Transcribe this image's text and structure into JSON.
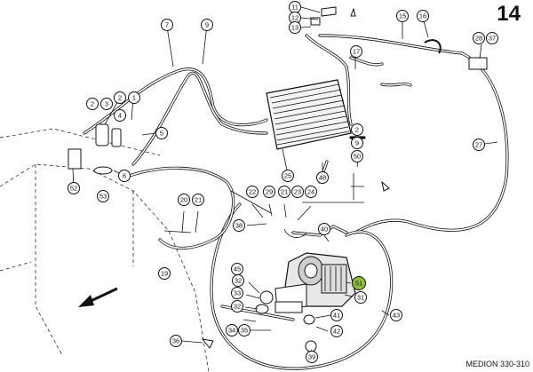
{
  "page_number": "14",
  "caption": "MEDION 330-310",
  "highlight_color": "#8fbf3a",
  "callouts": [
    {
      "label": "11"
    },
    {
      "label": "12"
    },
    {
      "label": "13"
    },
    {
      "label": "15"
    },
    {
      "label": "16"
    },
    {
      "label": "28"
    },
    {
      "label": "37"
    },
    {
      "label": "7"
    },
    {
      "label": "9"
    },
    {
      "label": "17"
    },
    {
      "label": "2"
    },
    {
      "label": "1"
    },
    {
      "label": "2"
    },
    {
      "label": "3"
    },
    {
      "label": "4"
    },
    {
      "label": "5"
    },
    {
      "label": "6"
    },
    {
      "label": "52"
    },
    {
      "label": "53"
    },
    {
      "label": "25"
    },
    {
      "label": "2"
    },
    {
      "label": "9"
    },
    {
      "label": "50"
    },
    {
      "label": "48"
    },
    {
      "label": "27"
    },
    {
      "label": "22"
    },
    {
      "label": "29"
    },
    {
      "label": "21"
    },
    {
      "label": "23"
    },
    {
      "label": "24"
    },
    {
      "label": "20"
    },
    {
      "label": "21"
    },
    {
      "label": "38"
    },
    {
      "label": "19"
    },
    {
      "label": "40"
    },
    {
      "label": "45"
    },
    {
      "label": "51"
    },
    {
      "label": "31"
    },
    {
      "label": "32"
    },
    {
      "label": "33"
    },
    {
      "label": "32"
    },
    {
      "label": "41"
    },
    {
      "label": "43"
    },
    {
      "label": "35"
    },
    {
      "label": "34"
    },
    {
      "label": "42"
    },
    {
      "label": "36"
    },
    {
      "label": "39"
    }
  ]
}
